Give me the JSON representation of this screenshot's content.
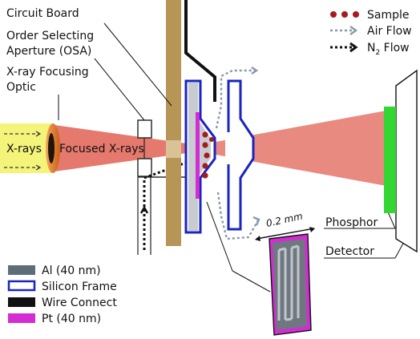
{
  "labels": {
    "circuit_board": "Circuit Board",
    "osa_line1": "Order Selecting",
    "osa_line2": "Aperture (OSA)",
    "optic_line1": "X-ray Focusing",
    "optic_line2": "Optic",
    "xrays": "X-rays",
    "focused_xrays": "Focused X-rays",
    "phosphor": "Phosphor",
    "detector": "Detector",
    "scale": "0.2 mm"
  },
  "legend_top": {
    "sample": "Sample",
    "air_flow": "Air Flow",
    "n2_flow_main": "N",
    "n2_flow_sub": "2",
    "n2_flow_rest": " Flow"
  },
  "legend_bottom": {
    "al": "Al (40 nm)",
    "silicon_frame": "Silicon Frame",
    "wire_connect": "Wire Connect",
    "pt": "Pt (40 nm)"
  },
  "colors": {
    "beam_box": "#f4f47a",
    "focused_beam": "#e0584a",
    "optic": "#e07b2a",
    "circuit_board": "#b69556",
    "silicon_frame": "#1b24c0",
    "al": "#5e6e78",
    "wire": "#111111",
    "pt": "#d22cd2",
    "sample": "#a51c1c",
    "air_flow": "#8a98ab",
    "n2_flow": "#111111",
    "phosphor": "#33d633"
  },
  "icons": {
    "sample": "sample-dots-icon",
    "air_flow": "air-flow-arrow-icon",
    "n2_flow": "n2-flow-arrow-icon"
  }
}
